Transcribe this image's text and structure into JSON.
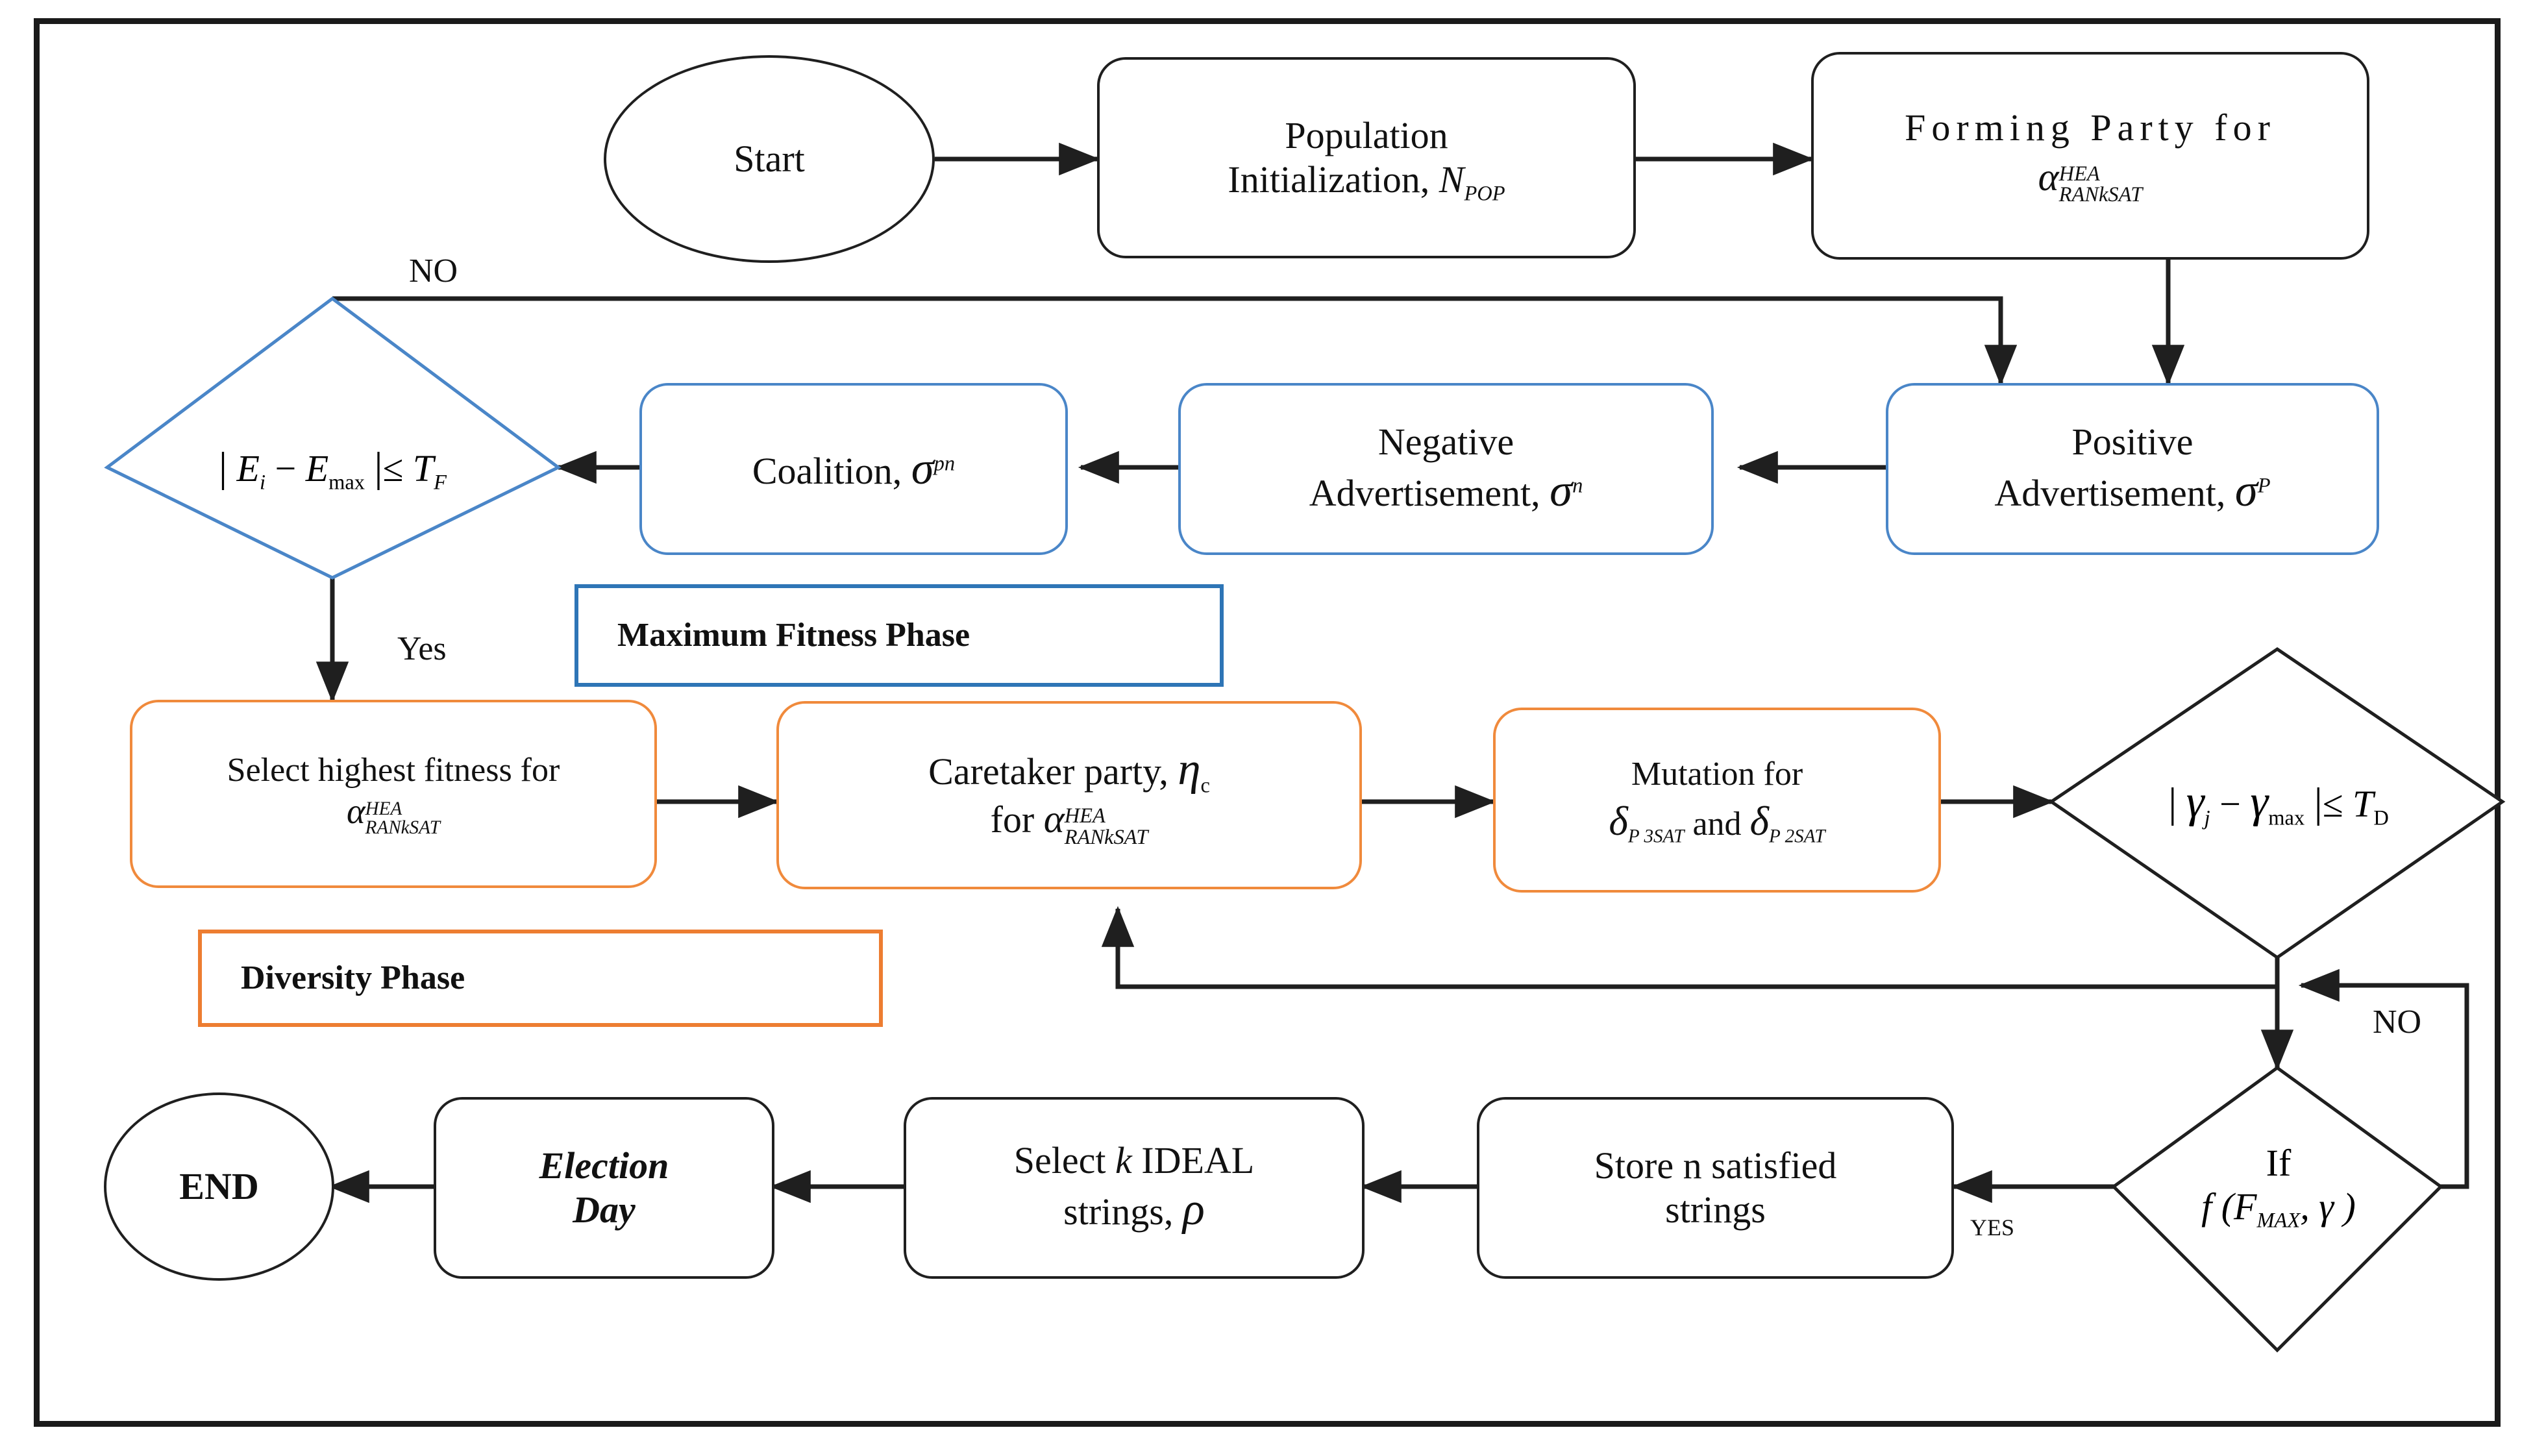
{
  "diagram": {
    "title": "HEA RANkSAT flowchart",
    "colors": {
      "frame": "#1a1a1a",
      "blue_phase": "#2e75b6",
      "blue_node": "#4a86c8",
      "orange_phase": "#ed7d31",
      "orange_node": "#f08a3c",
      "edge": "#1f1f1f"
    }
  },
  "nodes": {
    "start": {
      "label": "Start",
      "shape": "ellipse"
    },
    "population": {
      "line1": "Population",
      "line2_text": "Initialization,",
      "line2_sym": "N",
      "line2_sub": "POP",
      "shape": "rounded-rect"
    },
    "forming": {
      "line1": "Forming Party for",
      "sym": "α",
      "sup": "HEA",
      "sub": "RANkSAT",
      "shape": "rounded-rect"
    },
    "positive_ad": {
      "line1": "Positive",
      "line2_text": "Advertisement,",
      "line2_sym": "σ",
      "line2_sup": "P",
      "shape": "rounded-rect",
      "accent": "blue"
    },
    "negative_ad": {
      "line1": "Negative",
      "line2_text": "Advertisement,",
      "line2_sym": "σ",
      "line2_sup": "n",
      "shape": "rounded-rect",
      "accent": "blue"
    },
    "coalition": {
      "text": "Coalition,",
      "sym": "σ",
      "sup": "pn",
      "shape": "rounded-rect",
      "accent": "blue"
    },
    "fitness_decision": {
      "expr": "| E i − E max | ≤ T F",
      "shape": "diamond",
      "accent": "blue"
    },
    "select_fitness": {
      "line1": "Select highest fitness for",
      "sym": "α",
      "sup": "HEA",
      "sub": "RANkSAT",
      "shape": "rounded-rect",
      "accent": "orange"
    },
    "caretaker": {
      "line1_text": "Caretaker party,",
      "line1_sym": "η",
      "line1_sub": "c",
      "line2_text": "for",
      "line2_sym": "α",
      "line2_sup": "HEA",
      "line2_sub": "RANkSAT",
      "shape": "rounded-rect",
      "accent": "orange"
    },
    "mutation": {
      "line1": "Mutation for",
      "sym1": "δ",
      "sub1": "P 3SAT",
      "joiner": "and",
      "sym2": "δ",
      "sub2": "P 2SAT",
      "shape": "rounded-rect",
      "accent": "orange"
    },
    "diversity_decision": {
      "expr": "| γ j − γ max | ≤ T D",
      "shape": "diamond"
    },
    "if_decision": {
      "line1": "If",
      "line2_fn": "f (F",
      "line2_sub": "MAX",
      "line2_tail": ", γ )",
      "shape": "diamond"
    },
    "store": {
      "line1": "Store n satisfied",
      "line2": "strings",
      "shape": "rounded-rect"
    },
    "select_ideal": {
      "line1_a": "Select",
      "line1_k": "k",
      "line1_b": "IDEAL",
      "line2_text": "strings,",
      "line2_sym": "ρ",
      "shape": "rounded-rect"
    },
    "election_day": {
      "line1": "Election",
      "line2": "Day",
      "shape": "rounded-rect"
    },
    "end": {
      "label": "END",
      "shape": "ellipse"
    }
  },
  "legends": {
    "max_fitness": {
      "label": "Maximum Fitness Phase",
      "accent": "blue"
    },
    "diversity": {
      "label": "Diversity Phase",
      "accent": "orange"
    }
  },
  "edge_labels": {
    "no_top": "NO",
    "yes_left": "Yes",
    "no_bottom": "NO",
    "yes_bottom": "YES"
  }
}
